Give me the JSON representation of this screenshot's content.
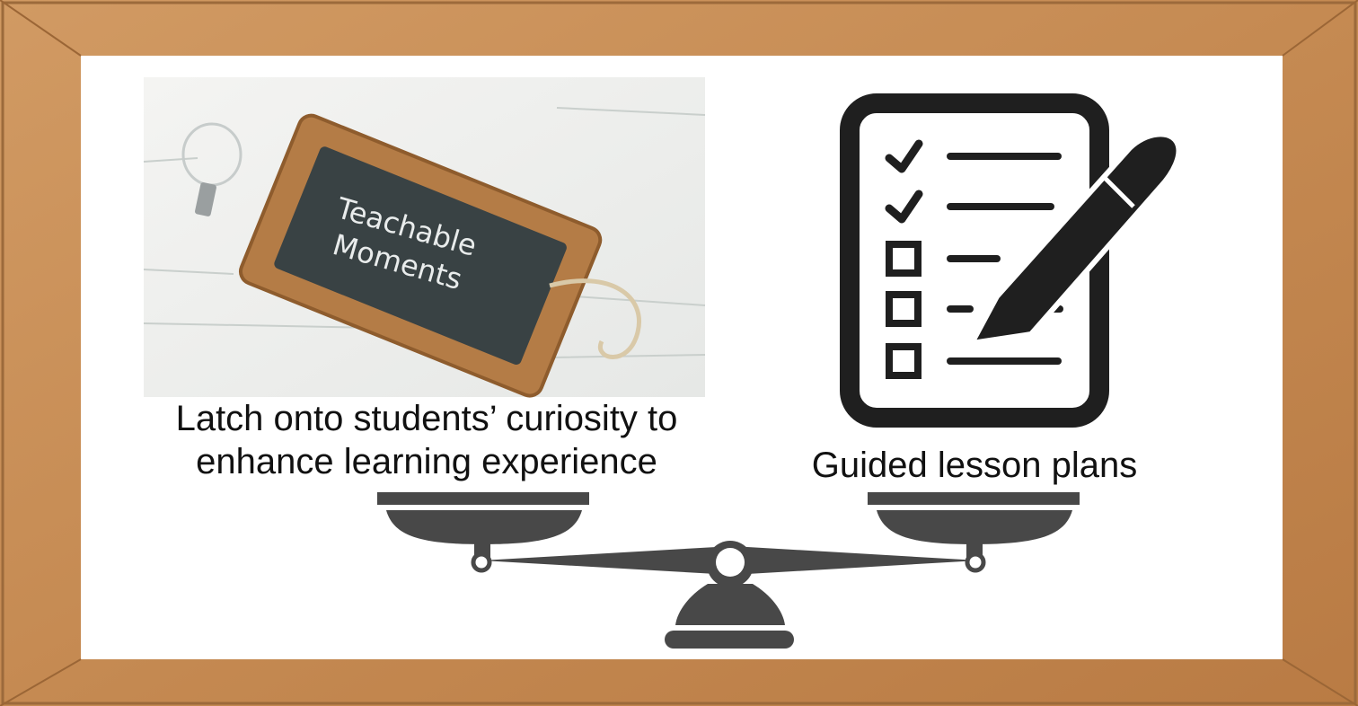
{
  "colors": {
    "frame_wood": "#c98d55",
    "frame_wood_dark": "#a86f3c",
    "board": "#ffffff",
    "icon": "#222222",
    "scale": "#4a4a4a",
    "slate": "#3a4244",
    "slate_frame": "#b07a44"
  },
  "slate_image": {
    "line1": "Teachable",
    "line2": "Moments"
  },
  "captions": {
    "left_line1": "Latch onto students’ curiosity to",
    "left_line2": "enhance learning experience",
    "right": "Guided lesson plans"
  },
  "checklist": {
    "items": [
      "checked",
      "checked",
      "unchecked",
      "unchecked",
      "unchecked"
    ]
  },
  "icons": {
    "checklist": "checklist-icon",
    "pen": "pen-icon",
    "balance": "balance-scale-icon"
  }
}
